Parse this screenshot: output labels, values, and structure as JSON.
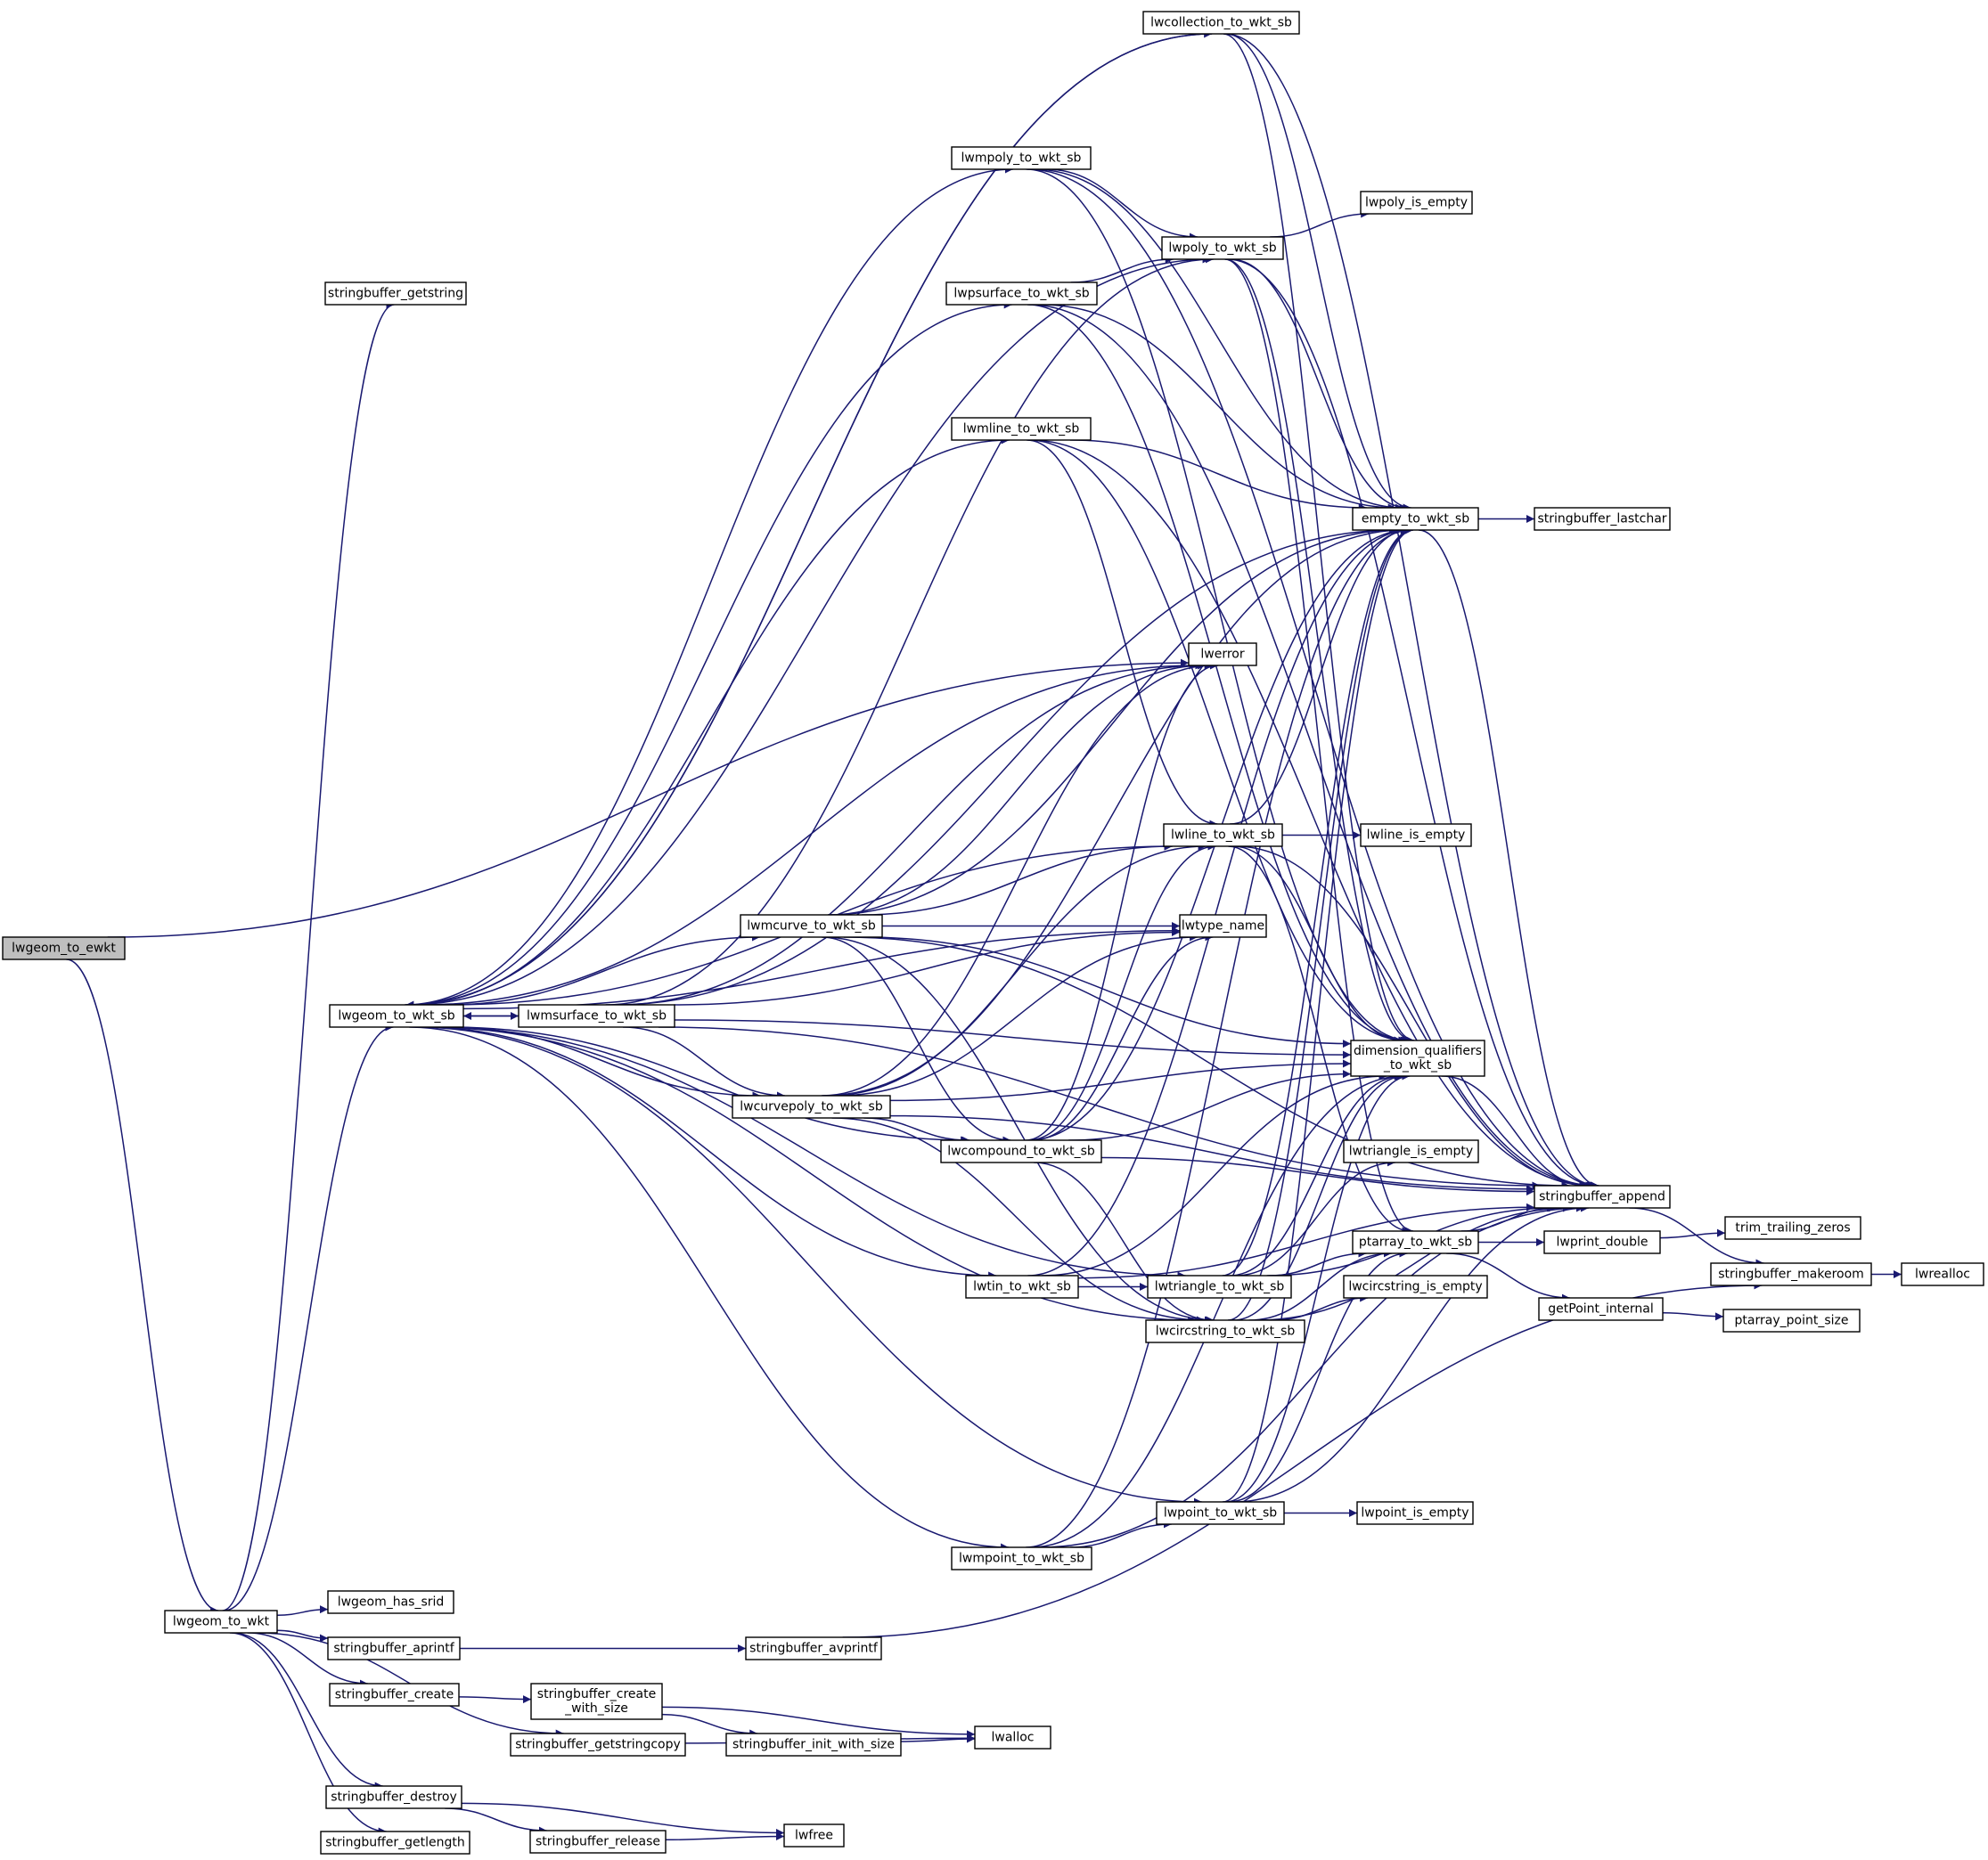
{
  "colors": {
    "edge": "#191970",
    "root_fill": "#bfbfbf",
    "node_fill": "#ffffff",
    "node_border": "#000000"
  },
  "nodes": [
    {
      "id": "lwgeom_to_ewkt",
      "lines": [
        "lwgeom_to_ewkt"
      ],
      "root": true
    },
    {
      "id": "lwgeom_to_wkt",
      "lines": [
        "lwgeom_to_wkt"
      ]
    },
    {
      "id": "stringbuffer_getstring",
      "lines": [
        "stringbuffer_getstring"
      ]
    },
    {
      "id": "lwgeom_to_wkt_sb",
      "lines": [
        "lwgeom_to_wkt_sb"
      ]
    },
    {
      "id": "lwgeom_has_srid",
      "lines": [
        "lwgeom_has_srid"
      ]
    },
    {
      "id": "stringbuffer_aprintf",
      "lines": [
        "stringbuffer_aprintf"
      ]
    },
    {
      "id": "stringbuffer_create",
      "lines": [
        "stringbuffer_create"
      ]
    },
    {
      "id": "stringbuffer_getstringcopy",
      "lines": [
        "stringbuffer_getstringcopy"
      ]
    },
    {
      "id": "stringbuffer_destroy",
      "lines": [
        "stringbuffer_destroy"
      ]
    },
    {
      "id": "stringbuffer_getlength",
      "lines": [
        "stringbuffer_getlength"
      ]
    },
    {
      "id": "lwmsurface_to_wkt_sb",
      "lines": [
        "lwmsurface_to_wkt_sb"
      ]
    },
    {
      "id": "lwmcurve_to_wkt_sb",
      "lines": [
        "lwmcurve_to_wkt_sb"
      ]
    },
    {
      "id": "lwcurvepoly_to_wkt_sb",
      "lines": [
        "lwcurvepoly_to_wkt_sb"
      ]
    },
    {
      "id": "stringbuffer_avprintf",
      "lines": [
        "stringbuffer_avprintf"
      ]
    },
    {
      "id": "stringbuffer_create_with_size",
      "lines": [
        "stringbuffer_create",
        "_with_size"
      ]
    },
    {
      "id": "stringbuffer_init_with_size",
      "lines": [
        "stringbuffer_init_with_size"
      ]
    },
    {
      "id": "stringbuffer_release",
      "lines": [
        "stringbuffer_release"
      ]
    },
    {
      "id": "lwfree",
      "lines": [
        "lwfree"
      ]
    },
    {
      "id": "lwalloc",
      "lines": [
        "lwalloc"
      ]
    },
    {
      "id": "lwcollection_to_wkt_sb",
      "lines": [
        "lwcollection_to_wkt_sb"
      ]
    },
    {
      "id": "lwmpoly_to_wkt_sb",
      "lines": [
        "lwmpoly_to_wkt_sb"
      ]
    },
    {
      "id": "lwpsurface_to_wkt_sb",
      "lines": [
        "lwpsurface_to_wkt_sb"
      ]
    },
    {
      "id": "lwmline_to_wkt_sb",
      "lines": [
        "lwmline_to_wkt_sb"
      ]
    },
    {
      "id": "lwcompound_to_wkt_sb",
      "lines": [
        "lwcompound_to_wkt_sb"
      ]
    },
    {
      "id": "lwtin_to_wkt_sb",
      "lines": [
        "lwtin_to_wkt_sb"
      ]
    },
    {
      "id": "lwmpoint_to_wkt_sb",
      "lines": [
        "lwmpoint_to_wkt_sb"
      ]
    },
    {
      "id": "lwpoly_to_wkt_sb",
      "lines": [
        "lwpoly_to_wkt_sb"
      ]
    },
    {
      "id": "lwerror",
      "lines": [
        "lwerror"
      ]
    },
    {
      "id": "lwline_to_wkt_sb",
      "lines": [
        "lwline_to_wkt_sb"
      ]
    },
    {
      "id": "lwtype_name",
      "lines": [
        "lwtype_name"
      ]
    },
    {
      "id": "lwtriangle_to_wkt_sb",
      "lines": [
        "lwtriangle_to_wkt_sb"
      ]
    },
    {
      "id": "lwcircstring_to_wkt_sb",
      "lines": [
        "lwcircstring_to_wkt_sb"
      ]
    },
    {
      "id": "lwpoint_to_wkt_sb",
      "lines": [
        "lwpoint_to_wkt_sb"
      ]
    },
    {
      "id": "lwpoly_is_empty",
      "lines": [
        "lwpoly_is_empty"
      ]
    },
    {
      "id": "empty_to_wkt_sb",
      "lines": [
        "empty_to_wkt_sb"
      ]
    },
    {
      "id": "lwline_is_empty",
      "lines": [
        "lwline_is_empty"
      ]
    },
    {
      "id": "dimension_qualifiers_to_wkt_sb",
      "lines": [
        "dimension_qualifiers",
        "_to_wkt_sb"
      ]
    },
    {
      "id": "lwtriangle_is_empty",
      "lines": [
        "lwtriangle_is_empty"
      ]
    },
    {
      "id": "ptarray_to_wkt_sb",
      "lines": [
        "ptarray_to_wkt_sb"
      ]
    },
    {
      "id": "lwcircstring_is_empty",
      "lines": [
        "lwcircstring_is_empty"
      ]
    },
    {
      "id": "lwpoint_is_empty",
      "lines": [
        "lwpoint_is_empty"
      ]
    },
    {
      "id": "stringbuffer_lastchar",
      "lines": [
        "stringbuffer_lastchar"
      ]
    },
    {
      "id": "stringbuffer_append",
      "lines": [
        "stringbuffer_append"
      ]
    },
    {
      "id": "lwprint_double",
      "lines": [
        "lwprint_double"
      ]
    },
    {
      "id": "getPoint_internal",
      "lines": [
        "getPoint_internal"
      ]
    },
    {
      "id": "stringbuffer_makeroom",
      "lines": [
        "stringbuffer_makeroom"
      ]
    },
    {
      "id": "trim_trailing_zeros",
      "lines": [
        "trim_trailing_zeros"
      ]
    },
    {
      "id": "ptarray_point_size",
      "lines": [
        "ptarray_point_size"
      ]
    },
    {
      "id": "lwrealloc",
      "lines": [
        "lwrealloc"
      ]
    }
  ],
  "edges": [
    [
      "lwgeom_to_ewkt",
      "lwgeom_to_wkt"
    ],
    [
      "lwgeom_to_ewkt",
      "lwerror"
    ],
    [
      "lwgeom_to_wkt",
      "stringbuffer_getstring"
    ],
    [
      "lwgeom_to_wkt",
      "lwgeom_to_wkt_sb"
    ],
    [
      "lwgeom_to_wkt",
      "lwgeom_has_srid"
    ],
    [
      "lwgeom_to_wkt",
      "stringbuffer_aprintf"
    ],
    [
      "lwgeom_to_wkt",
      "stringbuffer_create"
    ],
    [
      "lwgeom_to_wkt",
      "stringbuffer_getstringcopy"
    ],
    [
      "lwgeom_to_wkt",
      "stringbuffer_destroy"
    ],
    [
      "lwgeom_to_wkt",
      "stringbuffer_getlength"
    ],
    [
      "lwgeom_to_wkt_sb",
      "lwcollection_to_wkt_sb"
    ],
    [
      "lwgeom_to_wkt_sb",
      "lwmpoly_to_wkt_sb"
    ],
    [
      "lwgeom_to_wkt_sb",
      "lwpoly_to_wkt_sb"
    ],
    [
      "lwgeom_to_wkt_sb",
      "lwpsurface_to_wkt_sb"
    ],
    [
      "lwgeom_to_wkt_sb",
      "lwmline_to_wkt_sb"
    ],
    [
      "lwgeom_to_wkt_sb",
      "lwerror"
    ],
    [
      "lwgeom_to_wkt_sb",
      "lwline_to_wkt_sb"
    ],
    [
      "lwgeom_to_wkt_sb",
      "lwmcurve_to_wkt_sb"
    ],
    [
      "lwgeom_to_wkt_sb",
      "lwmsurface_to_wkt_sb"
    ],
    [
      "lwgeom_to_wkt_sb",
      "lwtype_name"
    ],
    [
      "lwgeom_to_wkt_sb",
      "lwcurvepoly_to_wkt_sb"
    ],
    [
      "lwgeom_to_wkt_sb",
      "lwcompound_to_wkt_sb"
    ],
    [
      "lwgeom_to_wkt_sb",
      "lwtin_to_wkt_sb"
    ],
    [
      "lwgeom_to_wkt_sb",
      "lwtriangle_to_wkt_sb"
    ],
    [
      "lwgeom_to_wkt_sb",
      "lwcircstring_to_wkt_sb"
    ],
    [
      "lwgeom_to_wkt_sb",
      "lwmpoint_to_wkt_sb"
    ],
    [
      "lwgeom_to_wkt_sb",
      "lwpoint_to_wkt_sb"
    ],
    [
      "lwmsurface_to_wkt_sb",
      "lwgeom_to_wkt_sb"
    ],
    [
      "lwmsurface_to_wkt_sb",
      "lwerror"
    ],
    [
      "lwmsurface_to_wkt_sb",
      "lwtype_name"
    ],
    [
      "lwmsurface_to_wkt_sb",
      "lwcurvepoly_to_wkt_sb"
    ],
    [
      "lwmsurface_to_wkt_sb",
      "empty_to_wkt_sb"
    ],
    [
      "lwmsurface_to_wkt_sb",
      "dimension_qualifiers_to_wkt_sb"
    ],
    [
      "lwmsurface_to_wkt_sb",
      "stringbuffer_append"
    ],
    [
      "lwmsurface_to_wkt_sb",
      "lwpoly_to_wkt_sb"
    ],
    [
      "lwmcurve_to_wkt_sb",
      "lwline_to_wkt_sb"
    ],
    [
      "lwmcurve_to_wkt_sb",
      "lwerror"
    ],
    [
      "lwmcurve_to_wkt_sb",
      "lwtype_name"
    ],
    [
      "lwmcurve_to_wkt_sb",
      "lwcompound_to_wkt_sb"
    ],
    [
      "lwmcurve_to_wkt_sb",
      "lwcircstring_to_wkt_sb"
    ],
    [
      "lwmcurve_to_wkt_sb",
      "empty_to_wkt_sb"
    ],
    [
      "lwmcurve_to_wkt_sb",
      "dimension_qualifiers_to_wkt_sb"
    ],
    [
      "lwmcurve_to_wkt_sb",
      "stringbuffer_append"
    ],
    [
      "lwcurvepoly_to_wkt_sb",
      "lwline_to_wkt_sb"
    ],
    [
      "lwcurvepoly_to_wkt_sb",
      "lwerror"
    ],
    [
      "lwcurvepoly_to_wkt_sb",
      "lwtype_name"
    ],
    [
      "lwcurvepoly_to_wkt_sb",
      "lwcompound_to_wkt_sb"
    ],
    [
      "lwcurvepoly_to_wkt_sb",
      "lwcircstring_to_wkt_sb"
    ],
    [
      "lwcurvepoly_to_wkt_sb",
      "empty_to_wkt_sb"
    ],
    [
      "lwcurvepoly_to_wkt_sb",
      "dimension_qualifiers_to_wkt_sb"
    ],
    [
      "lwcurvepoly_to_wkt_sb",
      "stringbuffer_append"
    ],
    [
      "lwcollection_to_wkt_sb",
      "lwgeom_to_wkt_sb"
    ],
    [
      "lwcollection_to_wkt_sb",
      "empty_to_wkt_sb"
    ],
    [
      "lwcollection_to_wkt_sb",
      "dimension_qualifiers_to_wkt_sb"
    ],
    [
      "lwcollection_to_wkt_sb",
      "stringbuffer_append"
    ],
    [
      "lwmpoly_to_wkt_sb",
      "lwpoly_to_wkt_sb"
    ],
    [
      "lwmpoly_to_wkt_sb",
      "empty_to_wkt_sb"
    ],
    [
      "lwmpoly_to_wkt_sb",
      "dimension_qualifiers_to_wkt_sb"
    ],
    [
      "lwmpoly_to_wkt_sb",
      "stringbuffer_append"
    ],
    [
      "lwpsurface_to_wkt_sb",
      "lwpoly_to_wkt_sb"
    ],
    [
      "lwpsurface_to_wkt_sb",
      "empty_to_wkt_sb"
    ],
    [
      "lwpsurface_to_wkt_sb",
      "dimension_qualifiers_to_wkt_sb"
    ],
    [
      "lwpsurface_to_wkt_sb",
      "stringbuffer_append"
    ],
    [
      "lwmline_to_wkt_sb",
      "lwline_to_wkt_sb"
    ],
    [
      "lwmline_to_wkt_sb",
      "empty_to_wkt_sb"
    ],
    [
      "lwmline_to_wkt_sb",
      "dimension_qualifiers_to_wkt_sb"
    ],
    [
      "lwmline_to_wkt_sb",
      "stringbuffer_append"
    ],
    [
      "lwpoly_to_wkt_sb",
      "lwpoly_is_empty"
    ],
    [
      "lwpoly_to_wkt_sb",
      "empty_to_wkt_sb"
    ],
    [
      "lwpoly_to_wkt_sb",
      "dimension_qualifiers_to_wkt_sb"
    ],
    [
      "lwpoly_to_wkt_sb",
      "ptarray_to_wkt_sb"
    ],
    [
      "lwpoly_to_wkt_sb",
      "stringbuffer_append"
    ],
    [
      "lwline_to_wkt_sb",
      "lwline_is_empty"
    ],
    [
      "lwline_to_wkt_sb",
      "empty_to_wkt_sb"
    ],
    [
      "lwline_to_wkt_sb",
      "dimension_qualifiers_to_wkt_sb"
    ],
    [
      "lwline_to_wkt_sb",
      "ptarray_to_wkt_sb"
    ],
    [
      "lwline_to_wkt_sb",
      "stringbuffer_append"
    ],
    [
      "lwcompound_to_wkt_sb",
      "lwline_to_wkt_sb"
    ],
    [
      "lwcompound_to_wkt_sb",
      "lwerror"
    ],
    [
      "lwcompound_to_wkt_sb",
      "lwtype_name"
    ],
    [
      "lwcompound_to_wkt_sb",
      "lwcircstring_to_wkt_sb"
    ],
    [
      "lwcompound_to_wkt_sb",
      "empty_to_wkt_sb"
    ],
    [
      "lwcompound_to_wkt_sb",
      "dimension_qualifiers_to_wkt_sb"
    ],
    [
      "lwcompound_to_wkt_sb",
      "stringbuffer_append"
    ],
    [
      "lwtin_to_wkt_sb",
      "lwtriangle_to_wkt_sb"
    ],
    [
      "lwtin_to_wkt_sb",
      "empty_to_wkt_sb"
    ],
    [
      "lwtin_to_wkt_sb",
      "dimension_qualifiers_to_wkt_sb"
    ],
    [
      "lwtin_to_wkt_sb",
      "stringbuffer_append"
    ],
    [
      "lwtriangle_to_wkt_sb",
      "lwtriangle_is_empty"
    ],
    [
      "lwtriangle_to_wkt_sb",
      "empty_to_wkt_sb"
    ],
    [
      "lwtriangle_to_wkt_sb",
      "dimension_qualifiers_to_wkt_sb"
    ],
    [
      "lwtriangle_to_wkt_sb",
      "ptarray_to_wkt_sb"
    ],
    [
      "lwtriangle_to_wkt_sb",
      "stringbuffer_append"
    ],
    [
      "lwcircstring_to_wkt_sb",
      "lwcircstring_is_empty"
    ],
    [
      "lwcircstring_to_wkt_sb",
      "empty_to_wkt_sb"
    ],
    [
      "lwcircstring_to_wkt_sb",
      "dimension_qualifiers_to_wkt_sb"
    ],
    [
      "lwcircstring_to_wkt_sb",
      "ptarray_to_wkt_sb"
    ],
    [
      "lwcircstring_to_wkt_sb",
      "stringbuffer_append"
    ],
    [
      "lwmpoint_to_wkt_sb",
      "lwpoint_to_wkt_sb"
    ],
    [
      "lwmpoint_to_wkt_sb",
      "empty_to_wkt_sb"
    ],
    [
      "lwmpoint_to_wkt_sb",
      "dimension_qualifiers_to_wkt_sb"
    ],
    [
      "lwmpoint_to_wkt_sb",
      "stringbuffer_append"
    ],
    [
      "lwpoint_to_wkt_sb",
      "lwpoint_is_empty"
    ],
    [
      "lwpoint_to_wkt_sb",
      "empty_to_wkt_sb"
    ],
    [
      "lwpoint_to_wkt_sb",
      "dimension_qualifiers_to_wkt_sb"
    ],
    [
      "lwpoint_to_wkt_sb",
      "ptarray_to_wkt_sb"
    ],
    [
      "lwpoint_to_wkt_sb",
      "stringbuffer_append"
    ],
    [
      "empty_to_wkt_sb",
      "stringbuffer_lastchar"
    ],
    [
      "empty_to_wkt_sb",
      "stringbuffer_append"
    ],
    [
      "dimension_qualifiers_to_wkt_sb",
      "stringbuffer_append"
    ],
    [
      "ptarray_to_wkt_sb",
      "stringbuffer_append"
    ],
    [
      "ptarray_to_wkt_sb",
      "lwprint_double"
    ],
    [
      "ptarray_to_wkt_sb",
      "getPoint_internal"
    ],
    [
      "stringbuffer_append",
      "stringbuffer_makeroom"
    ],
    [
      "lwprint_double",
      "trim_trailing_zeros"
    ],
    [
      "getPoint_internal",
      "ptarray_point_size"
    ],
    [
      "stringbuffer_makeroom",
      "lwrealloc"
    ],
    [
      "stringbuffer_aprintf",
      "stringbuffer_avprintf"
    ],
    [
      "stringbuffer_avprintf",
      "stringbuffer_makeroom"
    ],
    [
      "stringbuffer_create",
      "stringbuffer_create_with_size"
    ],
    [
      "stringbuffer_create_with_size",
      "lwalloc"
    ],
    [
      "stringbuffer_create_with_size",
      "stringbuffer_init_with_size"
    ],
    [
      "stringbuffer_init_with_size",
      "lwalloc"
    ],
    [
      "stringbuffer_getstringcopy",
      "lwalloc"
    ],
    [
      "stringbuffer_destroy",
      "lwfree"
    ],
    [
      "stringbuffer_destroy",
      "stringbuffer_release"
    ],
    [
      "stringbuffer_release",
      "lwfree"
    ]
  ]
}
